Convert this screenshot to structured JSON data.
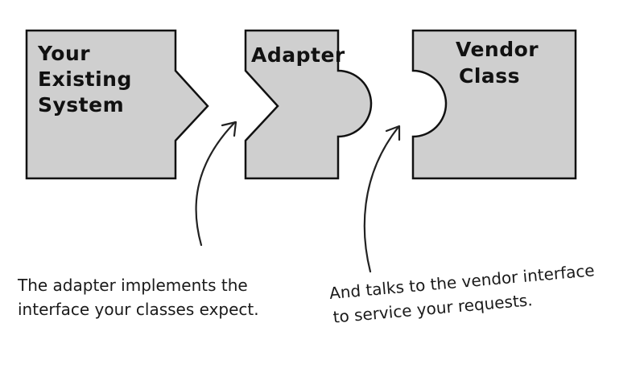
{
  "blocks": {
    "existing_system": {
      "line1": "Your",
      "line2": "Existing",
      "line3": "System"
    },
    "adapter": {
      "title": "Adapter"
    },
    "vendor_class": {
      "line1": "Vendor",
      "line2": "Class"
    }
  },
  "notes": {
    "adapter_note": {
      "line1": "The adapter implements the",
      "line2": "interface your classes expect."
    },
    "vendor_note": {
      "line1": "And talks to the vendor interface",
      "line2": "to service your requests."
    }
  },
  "colors": {
    "block_fill": "#cfcfcf",
    "outline": "#111111",
    "background": "#ffffff"
  }
}
